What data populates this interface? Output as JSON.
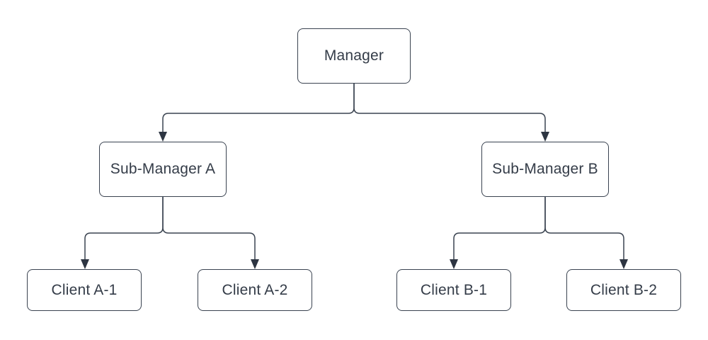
{
  "diagram": {
    "type": "org-chart",
    "nodes": {
      "manager": {
        "label": "Manager"
      },
      "sub_a": {
        "label": "Sub-Manager A"
      },
      "sub_b": {
        "label": "Sub-Manager B"
      },
      "client_a1": {
        "label": "Client A-1"
      },
      "client_a2": {
        "label": "Client A-2"
      },
      "client_b1": {
        "label": "Client B-1"
      },
      "client_b2": {
        "label": "Client B-2"
      }
    },
    "edges": [
      {
        "from": "Manager",
        "to": "Sub-Manager A"
      },
      {
        "from": "Manager",
        "to": "Sub-Manager B"
      },
      {
        "from": "Sub-Manager A",
        "to": "Client A-1"
      },
      {
        "from": "Sub-Manager A",
        "to": "Client A-2"
      },
      {
        "from": "Sub-Manager B",
        "to": "Client B-1"
      },
      {
        "from": "Sub-Manager B",
        "to": "Client B-2"
      }
    ],
    "colors": {
      "stroke": "#3a4350",
      "text": "#343c48",
      "arrow": "#2d3542",
      "node_fill": "#ffffff",
      "background": "#ffffff"
    }
  }
}
